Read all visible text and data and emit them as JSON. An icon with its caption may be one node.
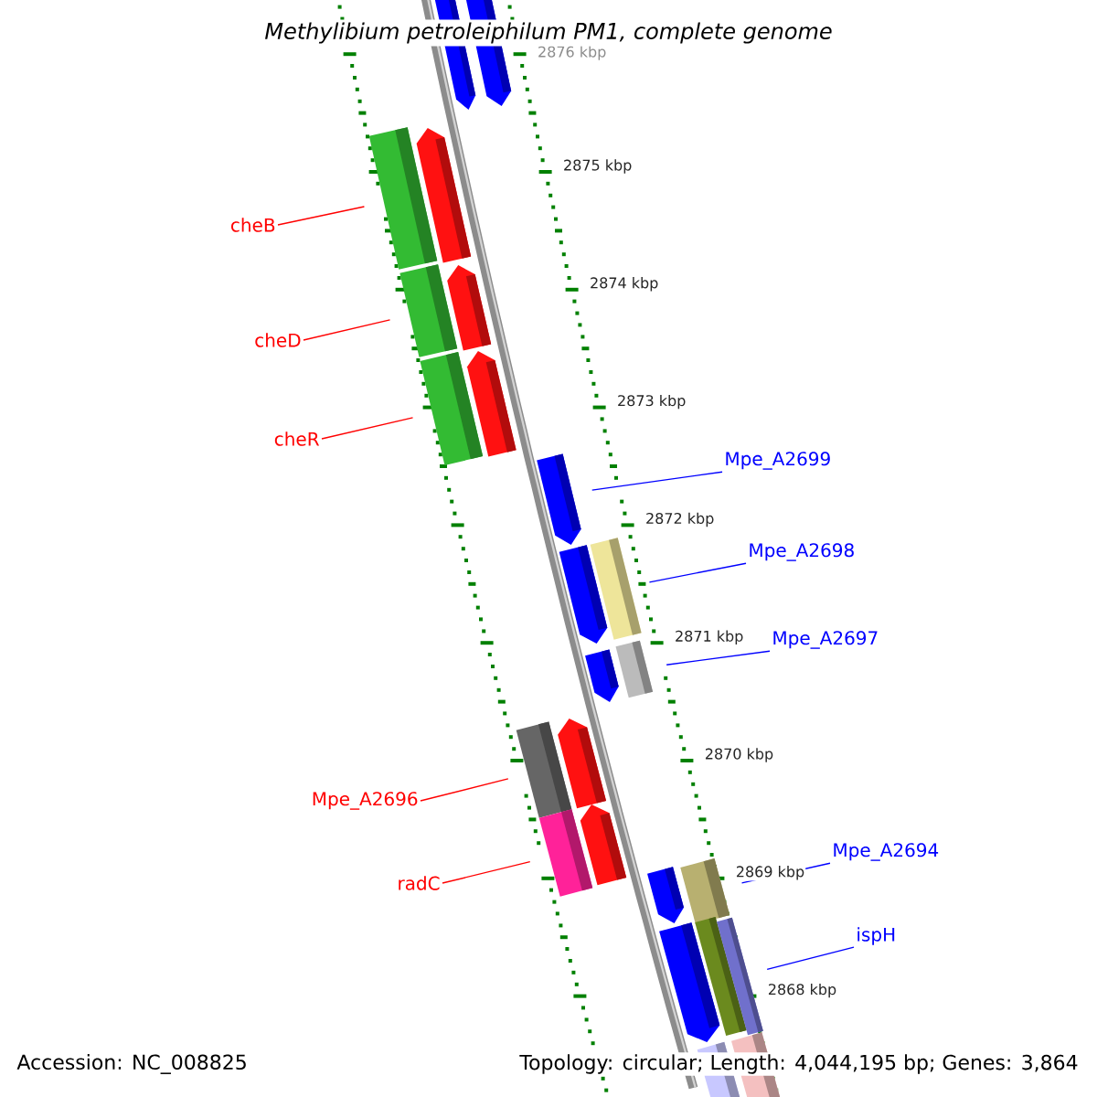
{
  "diagram": {
    "title": "*Methylibium petroleiphilum* *PM1, complete genome*",
    "nodes": [
      {
        "text": [
          "cheB"
        ]
      },
      {
        "text": [],
        "shape": "bar"
      },
      {
        "text": [
          "cheD"
        ]
      },
      {
        "text": [],
        "shape": "bar"
      },
      {
        "text": [
          "cheR"
        ]
      },
      {
        "text": [],
        "shape": "bar"
      },
      {
        "text": [
          "Mpe_A2699"
        ]
      },
      {
        "text": [],
        "shape": "bar"
      },
      {
        "text": [
          "Mpe_A2698"
        ]
      },
      {
        "text": [],
        "shape": "bar"
      },
      {
        "text": [
          "Mpe_A2697"
        ]
      },
      {
        "text": [],
        "shape": "bar"
      },
      {
        "text": [
          "Mpe_A2696"
        ]
      },
      {
        "text": [],
        "shape": "bar"
      },
      {
        "text": [
          "radC"
        ]
      },
      {
        "text": [],
        "shape": "bar"
      },
      {
        "text": [
          "Mpe_A2694"
        ]
      },
      {
        "text": [],
        "shape": "bar"
      },
      {
        "text": [
          "ispH"
        ]
      },
      {
        "text": [],
        "shape": "bar"
      },
      {
        "text": [],
        "shape": "bar"
      },
      {
        "text": [],
        "shape": "bar"
      },
      {
        "text": [],
        "shape": "bar"
      },
      {
        "text": [],
        "shape": "bar"
      },
      {
        "text": [],
        "shape": "bar"
      },
      {
        "text": [],
        "shape": "bar"
      },
      {
        "text": [],
        "shape": "bar"
      },
      {
        "text": [],
        "shape": "bar"
      },
      {
        "text": [],
        "shape": "bar"
      },
      {
        "text": [],
        "shape": "bar"
      },
      {
        "text": [],
        "shape": "bar"
      },
      {
        "text": [],
        "shape": "bar"
      },
      {
        "text": [],
        "shape": "bar"
      },
      {
        "text": [],
        "shape": "bar"
      }
    ],
    "edges": [
      {
        "from": 0,
        "to": 1,
        "arrow": "none",
        "color": "#ff0000"
      },
      {
        "from": 2,
        "to": 3,
        "arrow": "none",
        "color": "#ff0000"
      },
      {
        "from": 4,
        "to": 5,
        "arrow": "none",
        "color": "#ff0000"
      },
      {
        "from": 6,
        "to": 7,
        "arrow": "none",
        "color": "#0000ff"
      },
      {
        "from": 8,
        "to": 9,
        "arrow": "none",
        "color": "#0000ff"
      },
      {
        "from": 10,
        "to": 11,
        "arrow": "none",
        "color": "#0000ff"
      },
      {
        "from": 12,
        "to": 13,
        "arrow": "none",
        "color": "#ff0000"
      },
      {
        "from": 14,
        "to": 15,
        "arrow": "none",
        "color": "#ff0000"
      },
      {
        "from": 16,
        "to": 17,
        "arrow": "none",
        "color": "#0000ff"
      },
      {
        "from": 18,
        "to": 19,
        "arrow": "none",
        "color": "#0000ff"
      }
    ],
    "labels": [
      "2876 kbp",
      "2875 kbp",
      "2874 kbp",
      "2873 kbp",
      "2872 kbp",
      "2871 kbp",
      "2870 kbp",
      "2869 kbp",
      "2868 kbp",
      "Accession: NC_008825",
      "Topology: circular; Length: 4,044,195 bp; Genes: 3,864"
    ]
  }
}
